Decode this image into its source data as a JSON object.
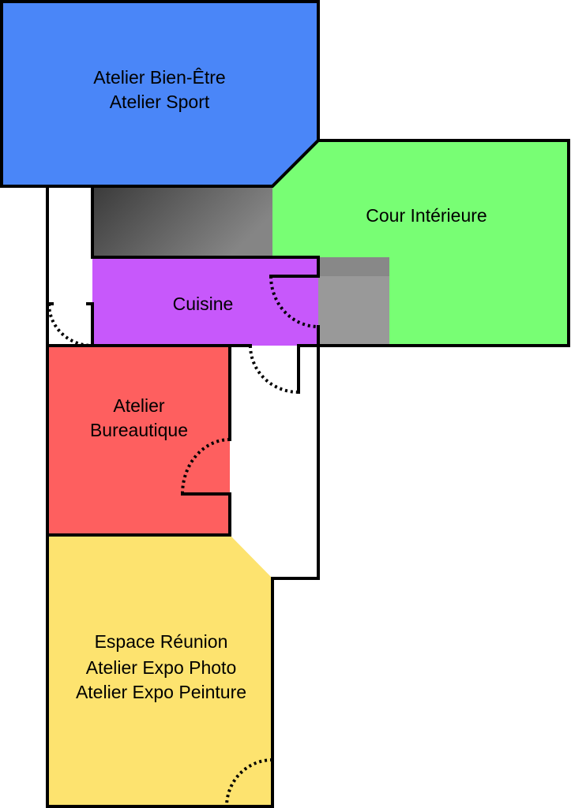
{
  "plan": {
    "rooms": [
      {
        "id": "bien-etre",
        "lines": [
          "Atelier Bien-Être",
          "Atelier Sport"
        ],
        "color": "#4a86f8"
      },
      {
        "id": "cour",
        "lines": [
          "Cour Intérieure"
        ],
        "color": "#78fe74"
      },
      {
        "id": "cuisine",
        "lines": [
          "Cuisine"
        ],
        "color": "#c758fb"
      },
      {
        "id": "bureautique",
        "lines": [
          "Atelier",
          "Bureautique"
        ],
        "color": "#fe5f5f"
      },
      {
        "id": "reunion",
        "lines": [
          "Espace Réunion",
          "Atelier Expo Photo",
          "Atelier Expo Peinture"
        ],
        "color": "#fde36f"
      }
    ]
  }
}
